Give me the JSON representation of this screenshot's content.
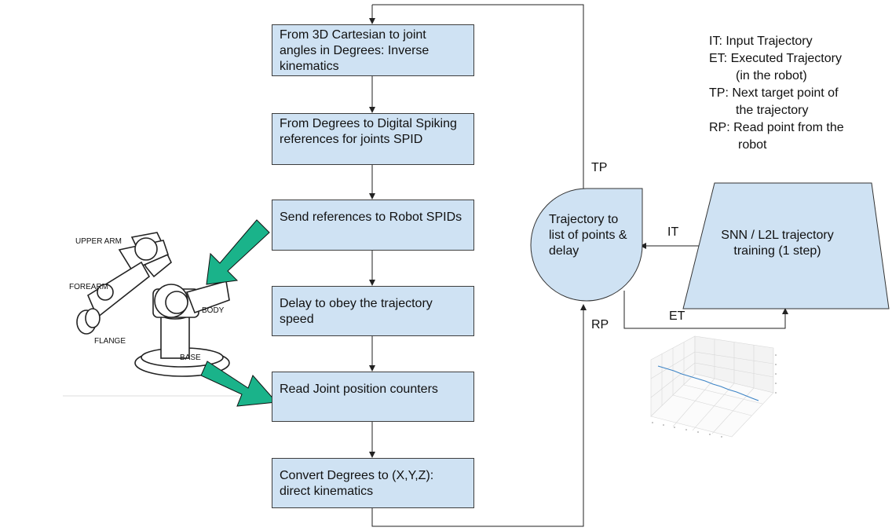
{
  "flow_steps": [
    "From 3D Cartesian to joint angles in Degrees: Inverse kinematics",
    "From Degrees to Digital Spiking references for joints SPID",
    "Send references to Robot SPIDs",
    "Delay to obey the trajectory speed",
    "Read Joint position counters",
    "Convert Degrees to (X,Y,Z): direct kinematics"
  ],
  "trajectory_node": "Trajectory to list of points & delay",
  "snn_node": "SNN / L2L trajectory training (1 step)",
  "edge_labels": {
    "tp": "TP",
    "rp": "RP",
    "it": "IT",
    "et": "ET"
  },
  "legend": [
    "IT: Input Trajectory",
    "ET: Executed Trajectory",
    "(in the robot)",
    "TP: Next target point of",
    "the trajectory",
    "RP: Read point from the",
    "robot"
  ],
  "robot_parts": [
    "UPPER ARM",
    "FOREARM",
    "BODY",
    "FLANGE",
    "BASE"
  ],
  "colors": {
    "box_fill": "#cfe2f3",
    "arrow_green": "#1ab38a",
    "line": "#222222"
  }
}
